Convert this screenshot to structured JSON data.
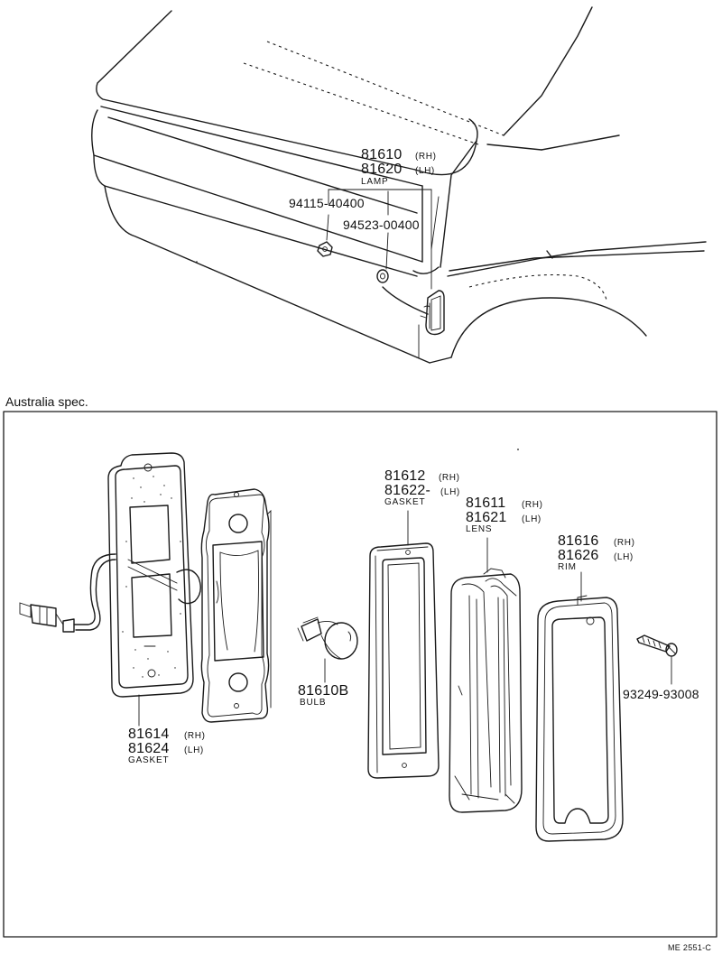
{
  "section_title": "Australia  spec.",
  "drawing_code": "ME  2551-C",
  "callouts": {
    "lamp_rh": {
      "part": "81610",
      "side": "(RH)"
    },
    "lamp_lh": {
      "part": "81620",
      "side": "(LH)"
    },
    "lamp_name": "LAMP",
    "nut": {
      "part": "94115-40400"
    },
    "washer": {
      "part": "94523-00400"
    },
    "gasket_rear_rh": {
      "part": "81614",
      "side": "(RH)"
    },
    "gasket_rear_lh": {
      "part": "81624",
      "side": "(LH)"
    },
    "gasket_rear_name": "GASKET",
    "bulb": {
      "part": "81610B",
      "name": "BULB"
    },
    "gasket_front_rh": {
      "part": "81612",
      "side": "(RH)"
    },
    "gasket_front_lh": {
      "part": "81622-",
      "side": "(LH)"
    },
    "gasket_front_name": "GASKET",
    "lens_rh": {
      "part": "81611",
      "side": "(RH)"
    },
    "lens_lh": {
      "part": "81621",
      "side": "(LH)"
    },
    "lens_name": "LENS",
    "rim_rh": {
      "part": "81616",
      "side": "(RH)"
    },
    "rim_lh": {
      "part": "81626",
      "side": "(LH)"
    },
    "rim_name": "RIM",
    "screw": {
      "part": "93249-93008"
    }
  }
}
